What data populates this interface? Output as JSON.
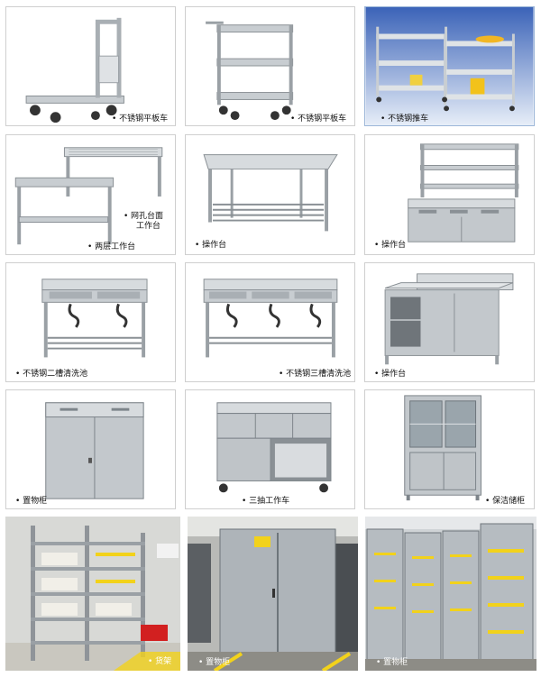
{
  "captions": {
    "r1c1": "不锈钢平板车",
    "r1c2": "不锈钢平板车",
    "r1c3": "不锈钢推车",
    "r2c1_a": "网孔台面",
    "r2c1_b": "工作台",
    "r2c1_c": "两层工作台",
    "r2c2": "操作台",
    "r2c3": "操作台",
    "r3c1": "不锈钢二槽清洗池",
    "r3c2": "不锈钢三槽清洗池",
    "r3c3": "操作台",
    "r4c1": "置物柜",
    "r4c2": "三抽工作车",
    "r4c3": "保洁储柜",
    "r5c1": "货架",
    "r5c2": "置物柜",
    "r5c3": "置物柜"
  },
  "colors": {
    "steel": "#b9bec3",
    "steel_dark": "#7d848a",
    "border": "#cfcfcf",
    "yellow": "#f2d21b"
  }
}
